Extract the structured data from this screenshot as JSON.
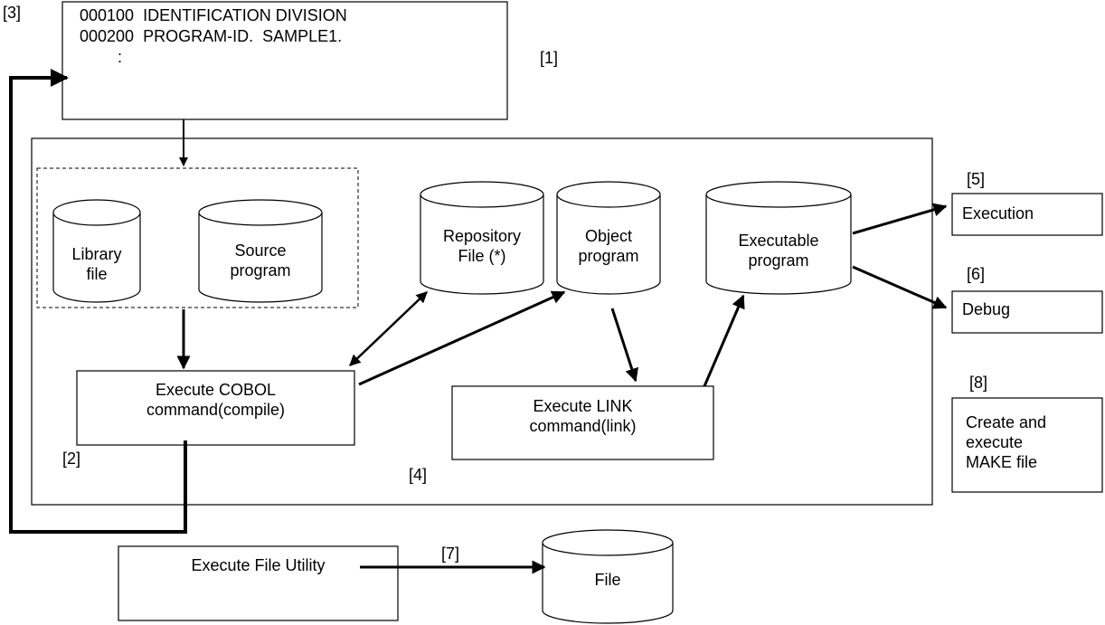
{
  "source_box": {
    "line1": "000100  IDENTIFICATION DIVISION",
    "line2": "000200  PROGRAM-ID.  SAMPLE1.",
    "line3": ":"
  },
  "labels": {
    "n1": "[1]",
    "n2": "[2]",
    "n3": "[3]",
    "n4": "[4]",
    "n5": "[5]",
    "n6": "[6]",
    "n7": "[7]",
    "n8": "[8]"
  },
  "cylinders": {
    "library_file": [
      "Library",
      "file"
    ],
    "source_program": [
      "Source",
      "program"
    ],
    "repository_file": [
      "Repository",
      "File (*)"
    ],
    "object_program": [
      "Object",
      "program"
    ],
    "executable_program": [
      "Executable",
      "program"
    ],
    "file": [
      "File"
    ]
  },
  "boxes": {
    "compile": [
      "Execute COBOL",
      "command(compile)"
    ],
    "link": [
      "Execute LINK",
      "command(link)"
    ],
    "execution": "Execution",
    "debug": "Debug",
    "make": [
      "Create and",
      "execute",
      "MAKE file"
    ],
    "file_utility": "Execute File Utility"
  }
}
